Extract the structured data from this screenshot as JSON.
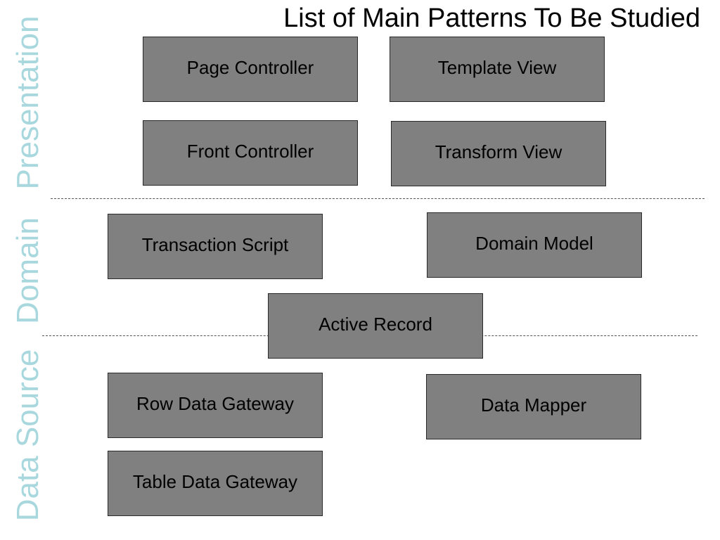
{
  "title": "List of Main Patterns To Be Studied",
  "label_color": "#a8d8de",
  "box_fill": "#808080",
  "layers": {
    "presentation": "Presentation",
    "domain": "Domain",
    "data_source": "Data Source"
  },
  "patterns": {
    "page_controller": "Page Controller",
    "template_view": "Template View",
    "front_controller": "Front Controller",
    "transform_view": "Transform View",
    "transaction_script": "Transaction Script",
    "domain_model": "Domain Model",
    "active_record": "Active Record",
    "row_data_gateway": "Row Data Gateway",
    "data_mapper": "Data Mapper",
    "table_data_gateway": "Table Data Gateway"
  }
}
